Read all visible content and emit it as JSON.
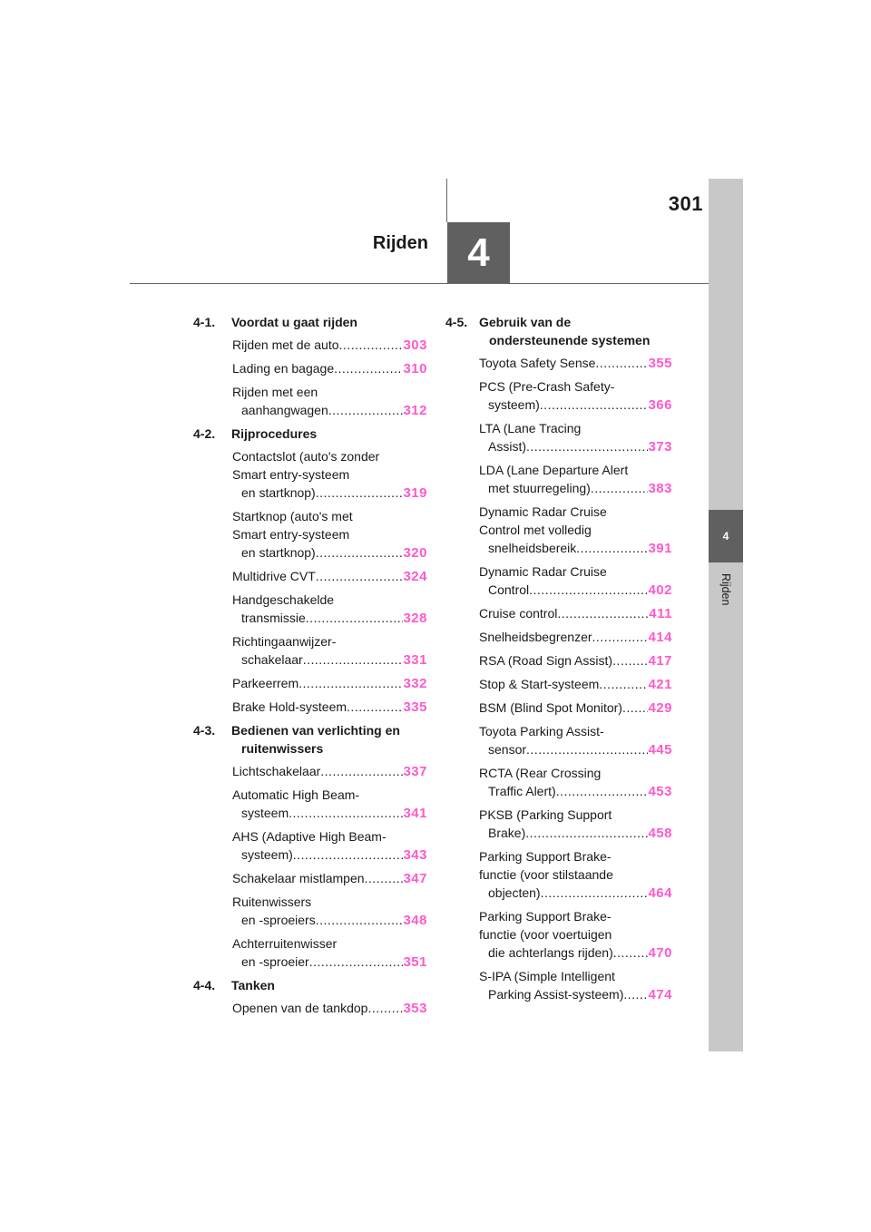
{
  "page_number": "301",
  "chapter": {
    "number": "4",
    "title": "Rijden"
  },
  "side_tab": {
    "number": "4",
    "label": "Rijden"
  },
  "colors": {
    "accent": "#ff59ce",
    "tab_dark": "#606060",
    "tab_light": "#c8c8c8"
  },
  "sections": [
    {
      "num": "4-1.",
      "title": "Voordat u gaat rijden",
      "entries": [
        {
          "lines": [
            "Rijden met de auto"
          ],
          "page": "303"
        },
        {
          "lines": [
            "Lading en bagage"
          ],
          "page": "310"
        },
        {
          "lines": [
            "Rijden met een",
            "aanhangwagen"
          ],
          "page": "312"
        }
      ]
    },
    {
      "num": "4-2.",
      "title": "Rijprocedures",
      "entries": [
        {
          "lines": [
            "Contactslot (auto's zonder",
            "Smart entry-systeem",
            "en startknop)"
          ],
          "page": "319"
        },
        {
          "lines": [
            "Startknop (auto's met",
            "Smart entry-systeem",
            "en startknop)"
          ],
          "page": "320"
        },
        {
          "lines": [
            "Multidrive CVT"
          ],
          "page": "324"
        },
        {
          "lines": [
            "Handgeschakelde",
            "transmissie"
          ],
          "page": "328"
        },
        {
          "lines": [
            "Richtingaanwijzer-",
            "schakelaar"
          ],
          "page": "331"
        },
        {
          "lines": [
            "Parkeerrem"
          ],
          "page": "332"
        },
        {
          "lines": [
            "Brake Hold-systeem"
          ],
          "page": "335"
        }
      ]
    },
    {
      "num": "4-3.",
      "title": "Bedienen van verlichting en ruitenwissers",
      "entries": [
        {
          "lines": [
            "Lichtschakelaar"
          ],
          "page": "337"
        },
        {
          "lines": [
            "Automatic High Beam-",
            "systeem"
          ],
          "page": "341"
        },
        {
          "lines": [
            "AHS (Adaptive High Beam-",
            "systeem)"
          ],
          "page": "343"
        },
        {
          "lines": [
            "Schakelaar mistlampen"
          ],
          "page": "347"
        },
        {
          "lines": [
            "Ruitenwissers",
            "en -sproeiers"
          ],
          "page": "348"
        },
        {
          "lines": [
            "Achterruitenwisser",
            "en -sproeier"
          ],
          "page": "351"
        }
      ]
    },
    {
      "num": "4-4.",
      "title": "Tanken",
      "entries": [
        {
          "lines": [
            "Openen van de tankdop"
          ],
          "page": "353"
        }
      ]
    },
    {
      "num": "4-5.",
      "title": "Gebruik van de ondersteunende systemen",
      "entries": [
        {
          "lines": [
            "Toyota Safety Sense"
          ],
          "page": "355"
        },
        {
          "lines": [
            "PCS (Pre-Crash Safety-",
            "systeem)"
          ],
          "page": "366"
        },
        {
          "lines": [
            "LTA (Lane Tracing",
            "Assist)"
          ],
          "page": "373"
        },
        {
          "lines": [
            "LDA (Lane Departure Alert",
            "met stuurregeling)"
          ],
          "page": "383"
        },
        {
          "lines": [
            "Dynamic Radar Cruise",
            "Control met volledig",
            "snelheidsbereik"
          ],
          "page": "391"
        },
        {
          "lines": [
            "Dynamic Radar Cruise",
            "Control"
          ],
          "page": "402"
        },
        {
          "lines": [
            "Cruise control"
          ],
          "page": "411"
        },
        {
          "lines": [
            "Snelheidsbegrenzer"
          ],
          "page": "414"
        },
        {
          "lines": [
            "RSA (Road Sign Assist)"
          ],
          "page": "417"
        },
        {
          "lines": [
            "Stop & Start-systeem"
          ],
          "page": "421"
        },
        {
          "lines": [
            "BSM (Blind Spot Monitor)"
          ],
          "page": "429"
        },
        {
          "lines": [
            "Toyota Parking Assist-",
            "sensor"
          ],
          "page": "445"
        },
        {
          "lines": [
            "RCTA (Rear Crossing",
            "Traffic Alert)"
          ],
          "page": "453"
        },
        {
          "lines": [
            "PKSB (Parking Support",
            "Brake)"
          ],
          "page": "458"
        },
        {
          "lines": [
            "Parking Support Brake-",
            "functie (voor stilstaande",
            "objecten)"
          ],
          "page": "464"
        },
        {
          "lines": [
            "Parking Support Brake-",
            "functie (voor voertuigen",
            "die achterlangs rijden)"
          ],
          "page": "470"
        },
        {
          "lines": [
            "S-IPA (Simple Intelligent",
            "Parking Assist-systeem)"
          ],
          "page": "474"
        }
      ]
    }
  ]
}
